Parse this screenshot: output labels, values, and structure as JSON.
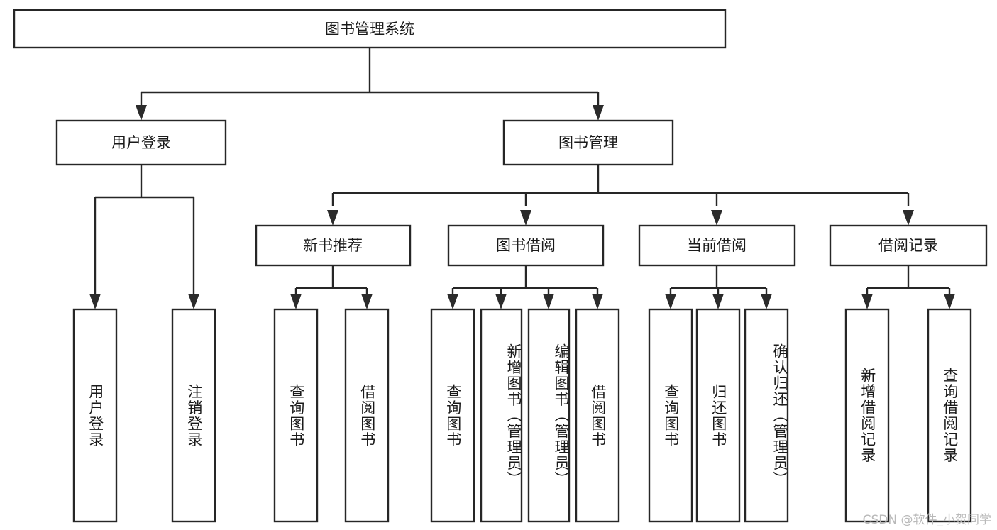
{
  "diagram": {
    "type": "tree",
    "title": "图书管理系统",
    "orientation": "top-down",
    "colors": {
      "box_stroke": "#262626",
      "box_fill": "#ffffff",
      "connector": "#262626",
      "text": "#1a1a1a",
      "background": "#ffffff",
      "watermark": "#b9b9b9"
    },
    "root": {
      "id": "root",
      "label": "图书管理系统"
    },
    "level2": [
      {
        "id": "user-login",
        "label": "用户登录"
      },
      {
        "id": "book-manage",
        "label": "图书管理"
      }
    ],
    "level3": [
      {
        "id": "new-book-rec",
        "label": "新书推荐",
        "parent": "book-manage"
      },
      {
        "id": "book-borrow",
        "label": "图书借阅",
        "parent": "book-manage"
      },
      {
        "id": "current-borrow",
        "label": "当前借阅",
        "parent": "book-manage"
      },
      {
        "id": "borrow-record",
        "label": "借阅记录",
        "parent": "book-manage"
      }
    ],
    "leaves": [
      {
        "id": "leaf-user-login",
        "label": "用户登录",
        "parent": "user-login"
      },
      {
        "id": "leaf-logout-login",
        "label": "注销登录",
        "parent": "user-login"
      },
      {
        "id": "leaf-query-book-1",
        "label": "查询图书",
        "parent": "new-book-rec"
      },
      {
        "id": "leaf-borrow-book-1",
        "label": "借阅图书",
        "parent": "new-book-rec"
      },
      {
        "id": "leaf-query-book-2",
        "label": "查询图书",
        "parent": "book-borrow"
      },
      {
        "id": "leaf-add-book",
        "label": "新增图书（管理员）",
        "parent": "book-borrow"
      },
      {
        "id": "leaf-edit-book",
        "label": "编辑图书（管理员）",
        "parent": "book-borrow"
      },
      {
        "id": "leaf-borrow-book-2",
        "label": "借阅图书",
        "parent": "book-borrow"
      },
      {
        "id": "leaf-query-book-3",
        "label": "查询图书",
        "parent": "current-borrow"
      },
      {
        "id": "leaf-return-book",
        "label": "归还图书",
        "parent": "current-borrow"
      },
      {
        "id": "leaf-confirm-return",
        "label": "确认归还（管理员）",
        "parent": "current-borrow"
      },
      {
        "id": "leaf-add-record",
        "label": "新增借阅记录",
        "parent": "borrow-record"
      },
      {
        "id": "leaf-query-record",
        "label": "查询借阅记录",
        "parent": "borrow-record"
      }
    ]
  },
  "watermark": {
    "text": "CSDN @软件_小贺同学"
  }
}
